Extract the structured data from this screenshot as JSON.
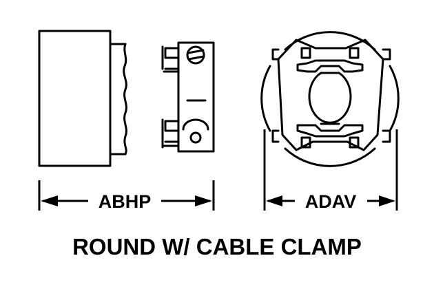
{
  "dimensions": {
    "left_label": "ABHP",
    "right_label": "ADAV"
  },
  "title": "ROUND W/ CABLE CLAMP",
  "colors": {
    "ink": "#000000",
    "paper": "#ffffff"
  }
}
